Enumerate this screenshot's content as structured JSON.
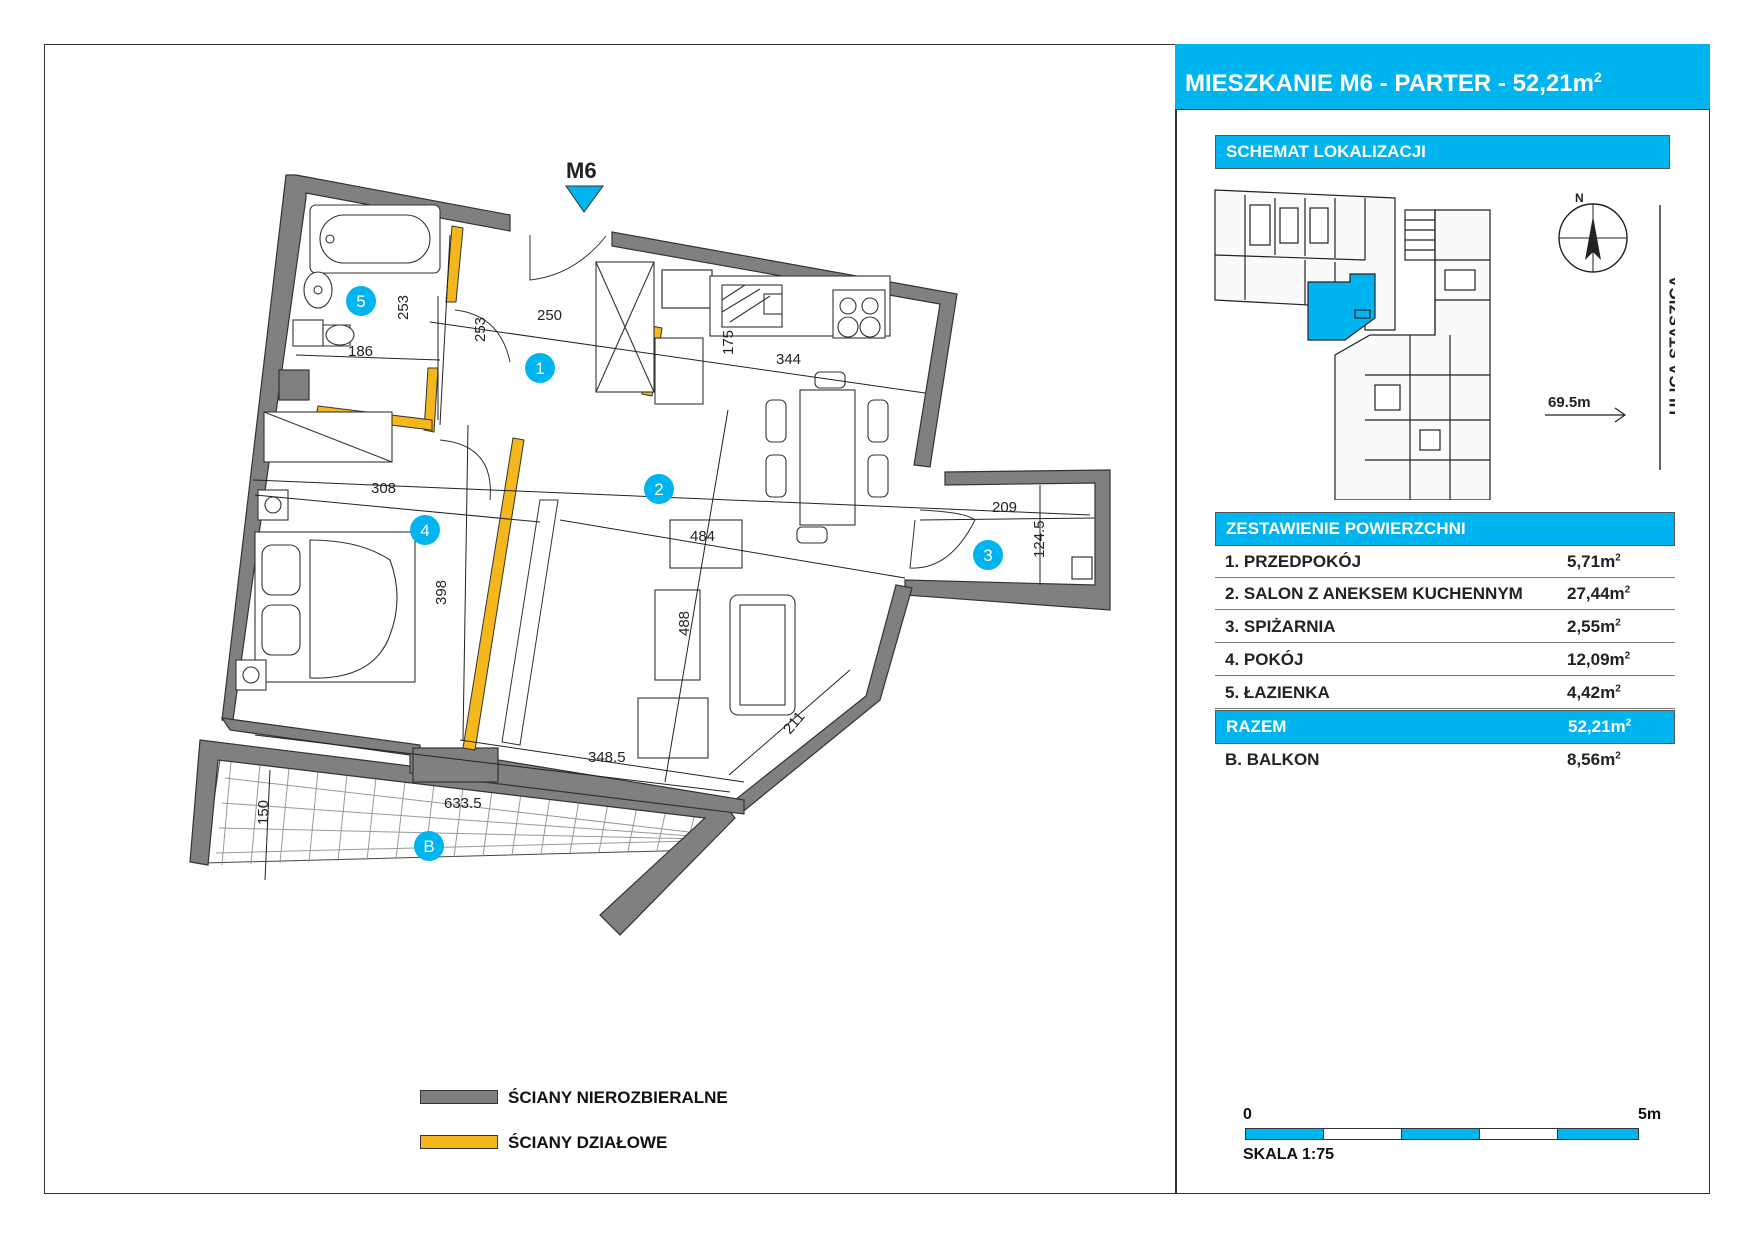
{
  "header": {
    "title_main": "MIESZKANIE M6 - PARTER - 52,21m",
    "title_sup": "2"
  },
  "location": {
    "label": "SCHEMAT LOKALIZACJI",
    "distance": "69.5m",
    "street": "ULICA STASZICA",
    "north": "N"
  },
  "surfaces": {
    "label": "ZESTAWIENIE POWIERZCHNI",
    "rows": [
      {
        "name": "1. PRZEDPOKÓJ",
        "value": "5,71m"
      },
      {
        "name": "2. SALON Z ANEKSEM KUCHENNYM",
        "value": "27,44m"
      },
      {
        "name": "3. SPIŻARNIA",
        "value": "2,55m"
      },
      {
        "name": "4. POKÓJ",
        "value": "12,09m"
      },
      {
        "name": "5. ŁAZIENKA",
        "value": "4,42m"
      }
    ],
    "total": {
      "name": "RAZEM",
      "value": "52,21m"
    },
    "balcony": {
      "name": "B. BALKON",
      "value": "8,56m"
    },
    "unit_sup": "2"
  },
  "scale": {
    "start": "0",
    "end": "5m",
    "label": "SKALA 1:75",
    "colors": [
      "#00b4f0",
      "#ffffff",
      "#00b4f0",
      "#ffffff",
      "#00b4f0"
    ]
  },
  "legend": {
    "structural": {
      "label": "ŚCIANY NIEROZBIERALNE",
      "color": "#808080"
    },
    "partition": {
      "label": "ŚCIANY DZIAŁOWE",
      "color": "#f5b81c"
    }
  },
  "plan": {
    "entrance": "M6",
    "rooms": [
      "1",
      "2",
      "3",
      "4",
      "5",
      "B"
    ],
    "dimensions": [
      "250",
      "344",
      "253",
      "253",
      "186",
      "175",
      "308",
      "484",
      "209",
      "124.5",
      "398",
      "488",
      "211",
      "348.5",
      "633.5",
      "150"
    ],
    "accent_color": "#00b4f0"
  }
}
